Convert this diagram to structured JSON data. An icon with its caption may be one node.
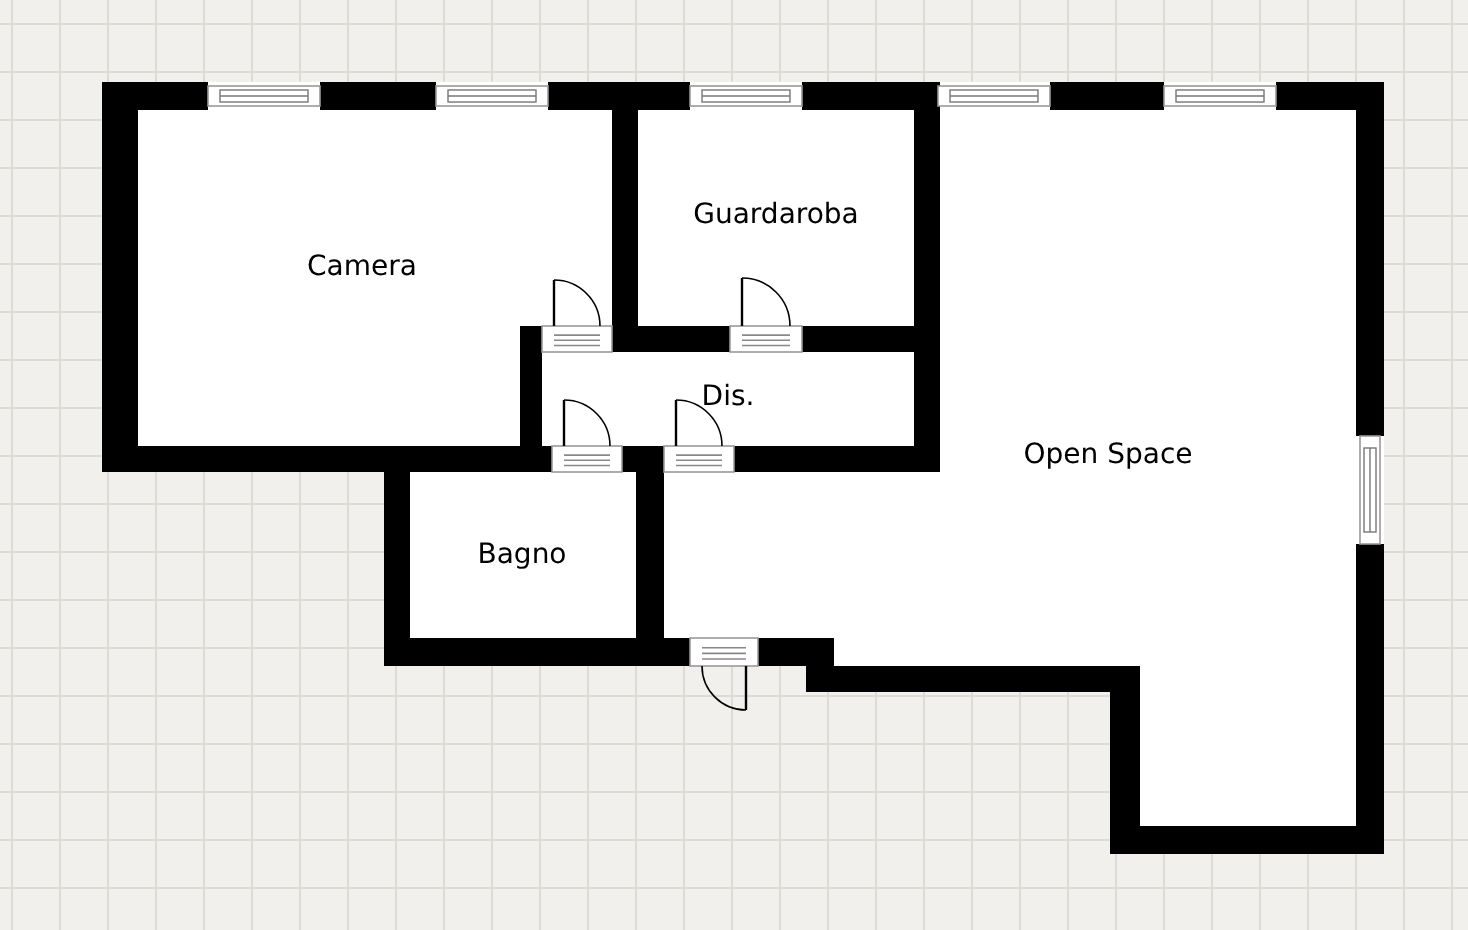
{
  "diagram": {
    "nodes": [
      {
        "text": [
          "Camera"
        ]
      },
      {
        "text": [
          "Guardaroba"
        ]
      },
      {
        "text": [
          "Dis."
        ]
      },
      {
        "text": [
          "Bagno"
        ]
      },
      {
        "text": [
          "Open Space"
        ]
      }
    ]
  }
}
